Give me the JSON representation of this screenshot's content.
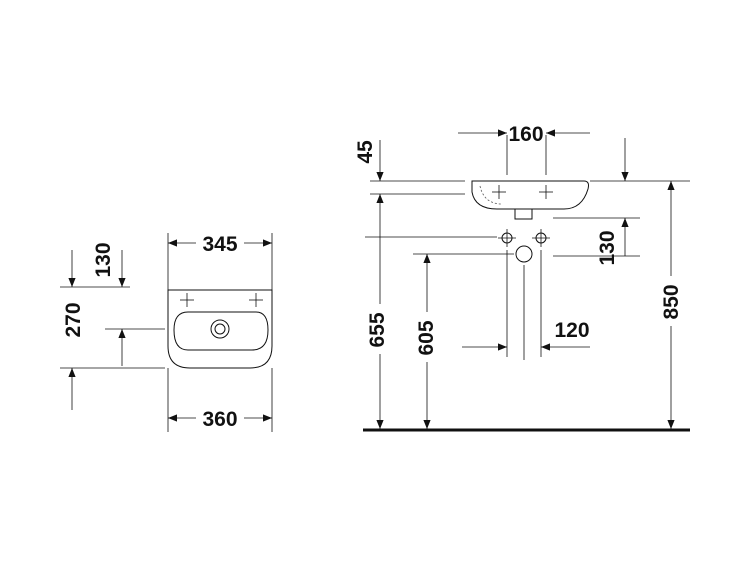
{
  "drawing": {
    "front_view": {
      "dim_top_width": "345",
      "dim_bottom_width": "360",
      "dim_depth_upper": "130",
      "dim_depth_total": "270"
    },
    "side_view": {
      "dim_tap_spacing": "160",
      "dim_rim_thickness": "45",
      "dim_supply_offset": "130",
      "dim_waste_offset": "120",
      "dim_height_tap": "655",
      "dim_height_waste": "605",
      "dim_height_rim": "850"
    }
  }
}
